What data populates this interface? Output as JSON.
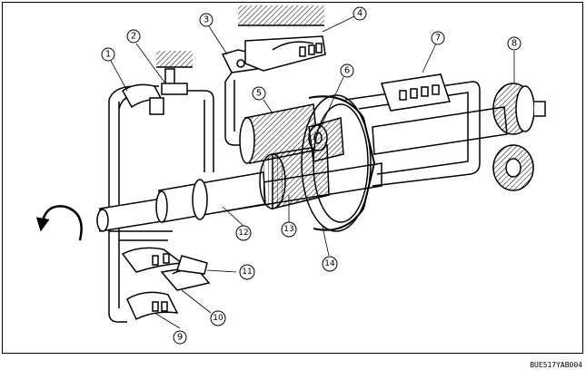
{
  "callouts": [
    {
      "id": "c1",
      "text": "1"
    },
    {
      "id": "c2",
      "text": "2"
    },
    {
      "id": "c3",
      "text": "3"
    },
    {
      "id": "c4",
      "text": "4"
    },
    {
      "id": "c5",
      "text": "5"
    },
    {
      "id": "c6",
      "text": "6"
    },
    {
      "id": "c7",
      "text": "7"
    },
    {
      "id": "c8",
      "text": "8"
    },
    {
      "id": "c9",
      "text": "9"
    },
    {
      "id": "c10",
      "text": "10"
    },
    {
      "id": "c11",
      "text": "11"
    },
    {
      "id": "c12",
      "text": "12"
    },
    {
      "id": "c13",
      "text": "13"
    },
    {
      "id": "c14",
      "text": "14"
    }
  ],
  "figure_code": "BUE517YAB004",
  "colors": {
    "line": "#000000",
    "background": "#ffffff",
    "shade": "#999999"
  }
}
